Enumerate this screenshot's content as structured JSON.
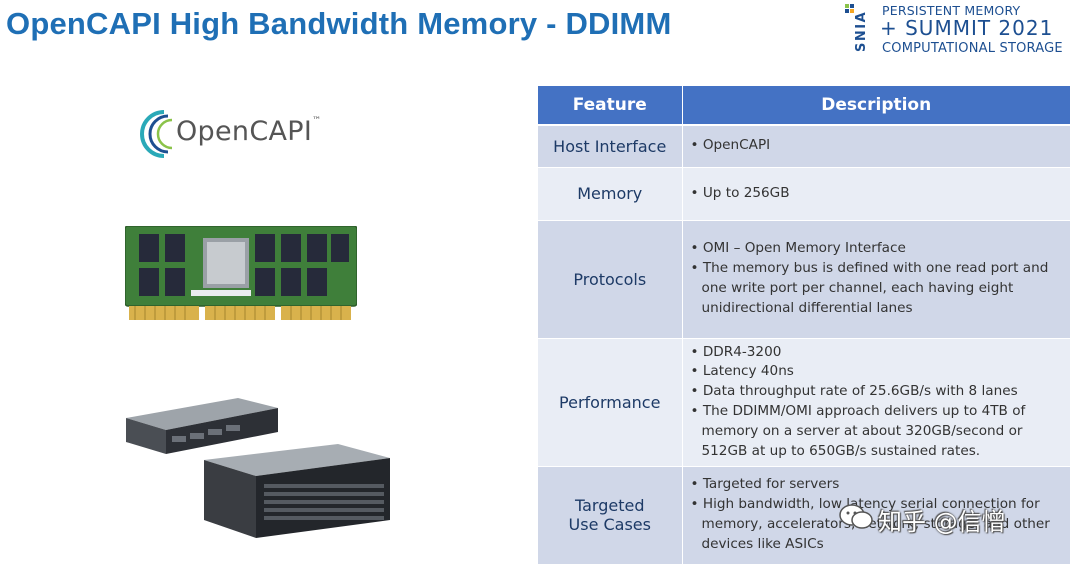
{
  "slide": {
    "title": "OpenCAPI High Bandwidth Memory - DDIMM"
  },
  "summit_logo": {
    "org": "SNIA",
    "line1": "PERSISTENT MEMORY",
    "line2": "+ SUMMIT 2021",
    "line3": "COMPUTATIONAL STORAGE"
  },
  "opencapi_logo": {
    "text": "OpenCAPI",
    "tm": "™"
  },
  "table": {
    "headers": [
      "Feature",
      "Description"
    ],
    "rows": [
      {
        "feature": "Host Interface",
        "bullets": [
          "OpenCAPI"
        ]
      },
      {
        "feature": "Memory",
        "bullets": [
          "Up to  256GB"
        ]
      },
      {
        "feature": "Protocols",
        "bullets": [
          "OMI – Open Memory Interface",
          "The memory bus is defined with one read port and one write port per channel, each having eight unidirectional differential lanes"
        ]
      },
      {
        "feature": "Performance",
        "bullets": [
          "DDR4-3200",
          "Latency  40ns",
          "Data throughput rate of 25.6GB/s with 8 lanes",
          "The DDIMM/OMI approach  delivers up to 4TB of memory on a server at about 320GB/second or 512GB at up to 650GB/s sustained rates."
        ]
      },
      {
        "feature": "Targeted Use Cases",
        "bullets": [
          "Targeted for servers",
          "High bandwidth, low latency serial connection for memory, accelerators, network, storage, and other devices like ASICs"
        ]
      }
    ]
  },
  "watermark": {
    "text": "知乎 @信憎"
  },
  "colors": {
    "title": "#1f6fb5",
    "header_bg": "#4472c4",
    "row_dark": "#d0d7e8",
    "row_light": "#e9edf5"
  }
}
